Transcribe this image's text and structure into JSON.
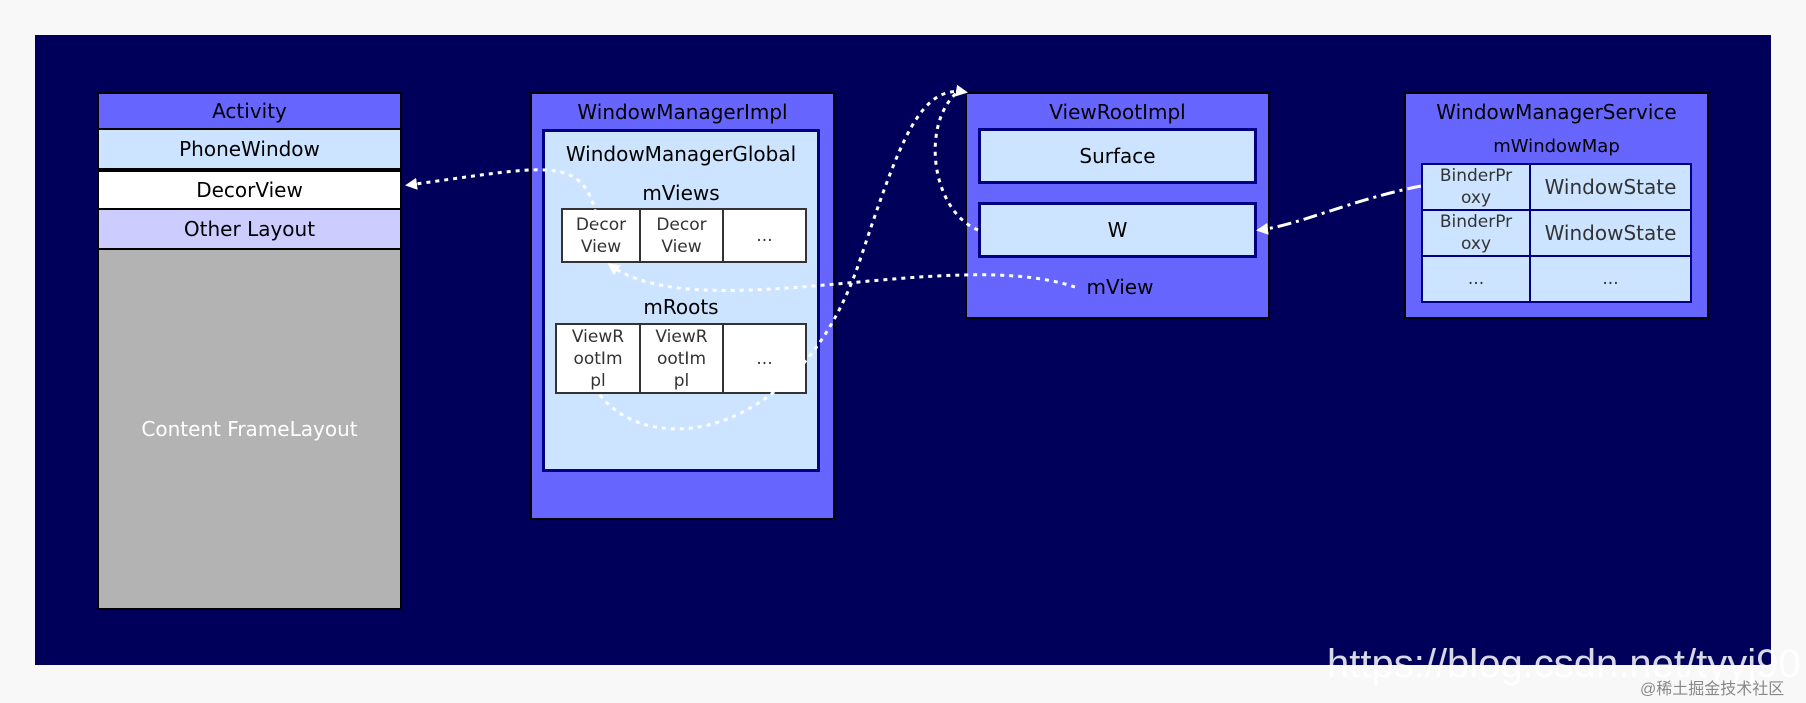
{
  "activity": {
    "title": "Activity",
    "phone_window": "PhoneWindow",
    "decor_view": "DecorView",
    "other_layout": "Other Layout",
    "content_frame": "Content FrameLayout"
  },
  "wm_impl": {
    "title": "WindowManagerImpl",
    "global_title": "WindowManagerGlobal",
    "views_label": "mViews",
    "views": [
      "Decor\nView",
      "Decor\nView",
      "..."
    ],
    "roots_label": "mRoots",
    "roots": [
      "ViewR\nootIm\npl",
      "ViewR\nootIm\npl",
      "..."
    ]
  },
  "view_root": {
    "title": "ViewRootImpl",
    "surface": "Surface",
    "w": "W",
    "mview": "mView"
  },
  "wms": {
    "title": "WindowManagerService",
    "map_label": "mWindowMap",
    "rows": [
      [
        "BinderPr\noxy",
        "WindowState"
      ],
      [
        "BinderPr\noxy",
        "WindowState"
      ],
      [
        "...",
        "..."
      ]
    ]
  },
  "watermark": {
    "url": "https://blog.csdn.net/tyyj90",
    "site": "@稀土掘金技术社区"
  }
}
